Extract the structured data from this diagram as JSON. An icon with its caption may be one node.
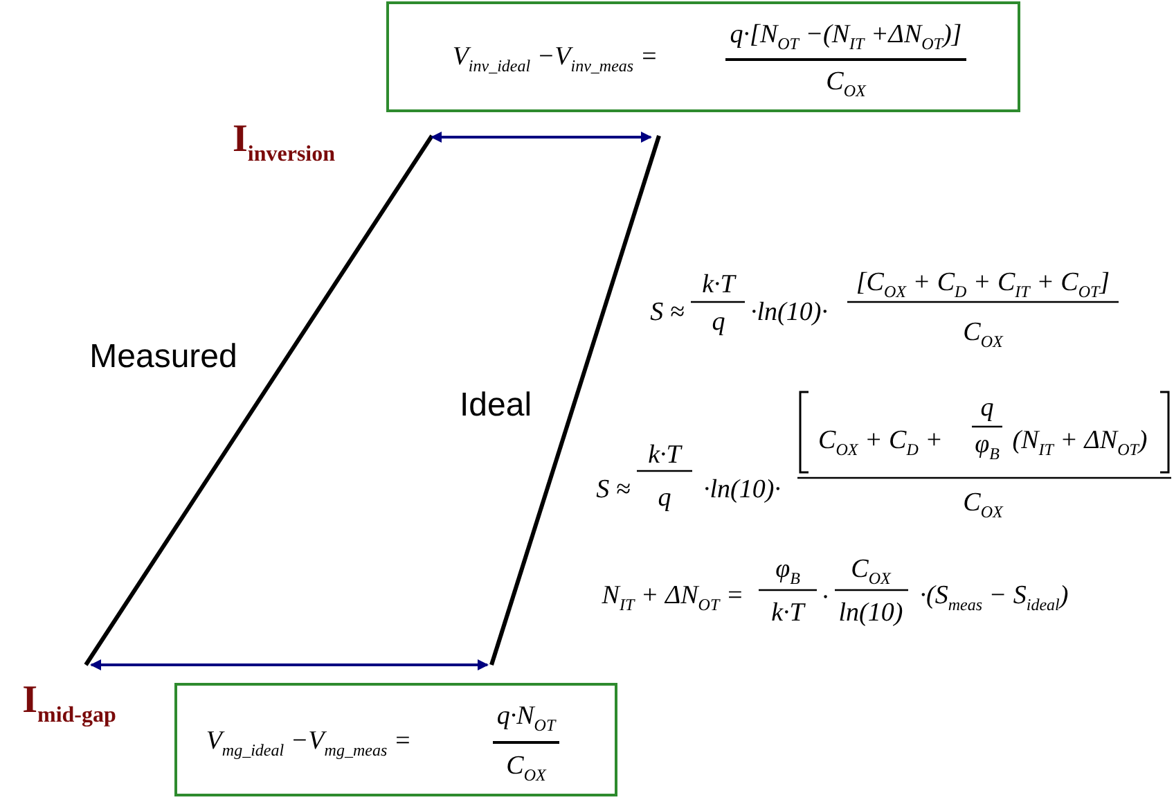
{
  "diagram": {
    "nodes": [
      {
        "text": [
          "V$_{inv_ideal}$ −V$_{inv_meas}$ =",
          "q·[N$_{OT}$ −(N$_{IT}$ +ΔN$_{OT}$)]",
          "C$_{OX}$"
        ]
      },
      {
        "text": [
          "V$_{mg_ideal}$ −V$_{mg_meas}$ =",
          "q·N$_{OT}$",
          "C$_{OX}$"
        ]
      }
    ],
    "labels": [
      "I$_{inversion}$",
      "Measured",
      "Ideal",
      "S ≈",
      "k·T",
      "q",
      "·ln(10)·",
      "[C$_{OX}$ + C$_{D}$ + C$_{IT}$ + C$_{OT}$]",
      "C$_{OX}$",
      "S ≈",
      "k·T",
      "q",
      "·ln(10)·",
      "C$_{OX}$ + C$_{D}$ +",
      "q",
      "φ$_{B}$",
      "(N$_{IT}$ + ΔN$_{OT}$)",
      "C$_{OX}$",
      "N$_{IT}$ + ΔN$_{OT}$ =",
      "φ$_{B}$",
      "k·T",
      "·",
      "C$_{OX}$",
      "ln(10)",
      "·(S$_{meas}$ − S$_{ideal}$)",
      "I$_{mid-gap}$"
    ]
  }
}
